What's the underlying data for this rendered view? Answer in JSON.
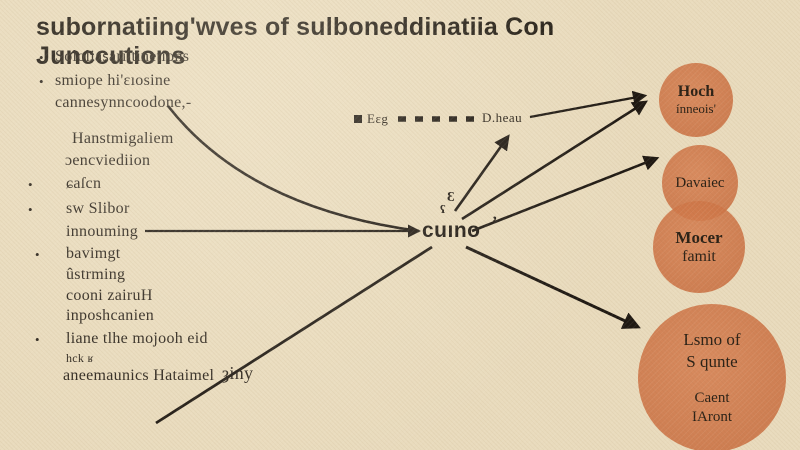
{
  "header": {
    "title": "subornatiing'wves of sulboneddinatiia Con Junccutions"
  },
  "list": {
    "bullet_glyph": "•",
    "items": [
      {
        "text": "Sololiasariitinetions",
        "bullet": true
      },
      {
        "text": "smiope hi'ɛıosine",
        "bullet": true
      },
      {
        "text": "cannesynncoodone,-",
        "bullet": false
      },
      {
        "text": "Hanstmigaliem",
        "bullet": false
      },
      {
        "text": "ɔencviediion",
        "bullet": false
      },
      {
        "text": "ɕaſcn",
        "bullet": true
      },
      {
        "text": "sw Slibor",
        "bullet": true
      },
      {
        "text": "innouming",
        "bullet": false
      },
      {
        "text": "bavimgt",
        "bullet": true
      },
      {
        "text": "ûstrming",
        "bullet": false
      },
      {
        "text": "cooni zairuH",
        "bullet": false
      },
      {
        "text": "inposhcanien",
        "bullet": false
      },
      {
        "text": "liane tlhe mojooh eid",
        "bullet": true
      },
      {
        "text": "hck ʁ",
        "bullet": false
      },
      {
        "text": "aneemaunics Hataimel",
        "bullet": false
      }
    ]
  },
  "center": {
    "label": "cuıno"
  },
  "dashed": {
    "left_label": "Eɛg",
    "right_label": "D.heau"
  },
  "annotations": {
    "ziny": "ȝiny",
    "glyph_top": "Ɛ",
    "glyph_mid": "ʕ",
    "cuno_tick": "ʼ"
  },
  "circles": [
    {
      "name": "hoch",
      "lines": [
        "Hoch",
        "ínneois'"
      ]
    },
    {
      "name": "davaiec",
      "lines": [
        "Davaiec"
      ]
    },
    {
      "name": "mocer",
      "lines": [
        "Mocer",
        "famit"
      ]
    },
    {
      "name": "big",
      "lines": [
        "Lsmo of",
        "S qunte",
        "Caent",
        "IAront"
      ]
    }
  ],
  "colors": {
    "paper": "#e9dbbd",
    "ink": "#221c15",
    "circle_fill": "#d07a4c"
  }
}
